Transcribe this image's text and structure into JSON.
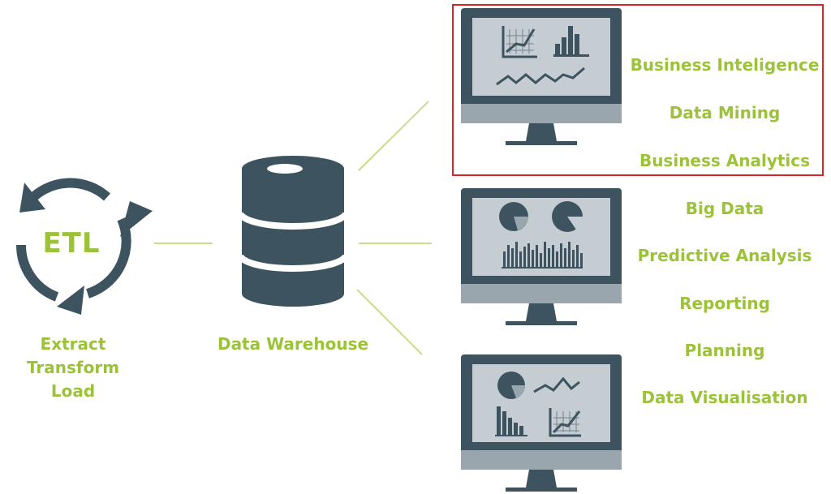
{
  "etl": {
    "badge": "ETL",
    "lines": [
      "Extract",
      "Transform",
      "Load"
    ]
  },
  "warehouse": {
    "label": "Data Warehouse"
  },
  "uses": [
    "Business Inteligence",
    "Data Mining",
    "Business Analytics",
    "Big Data",
    "Predictive Analysis",
    "Reporting",
    "Planning",
    "Data Visualisation"
  ],
  "colors": {
    "accent": "#9cc23a",
    "icon": "#3d5460",
    "screen": "#c5cdd2",
    "base": "#9aa6ad",
    "highlight": "#d7262a"
  }
}
